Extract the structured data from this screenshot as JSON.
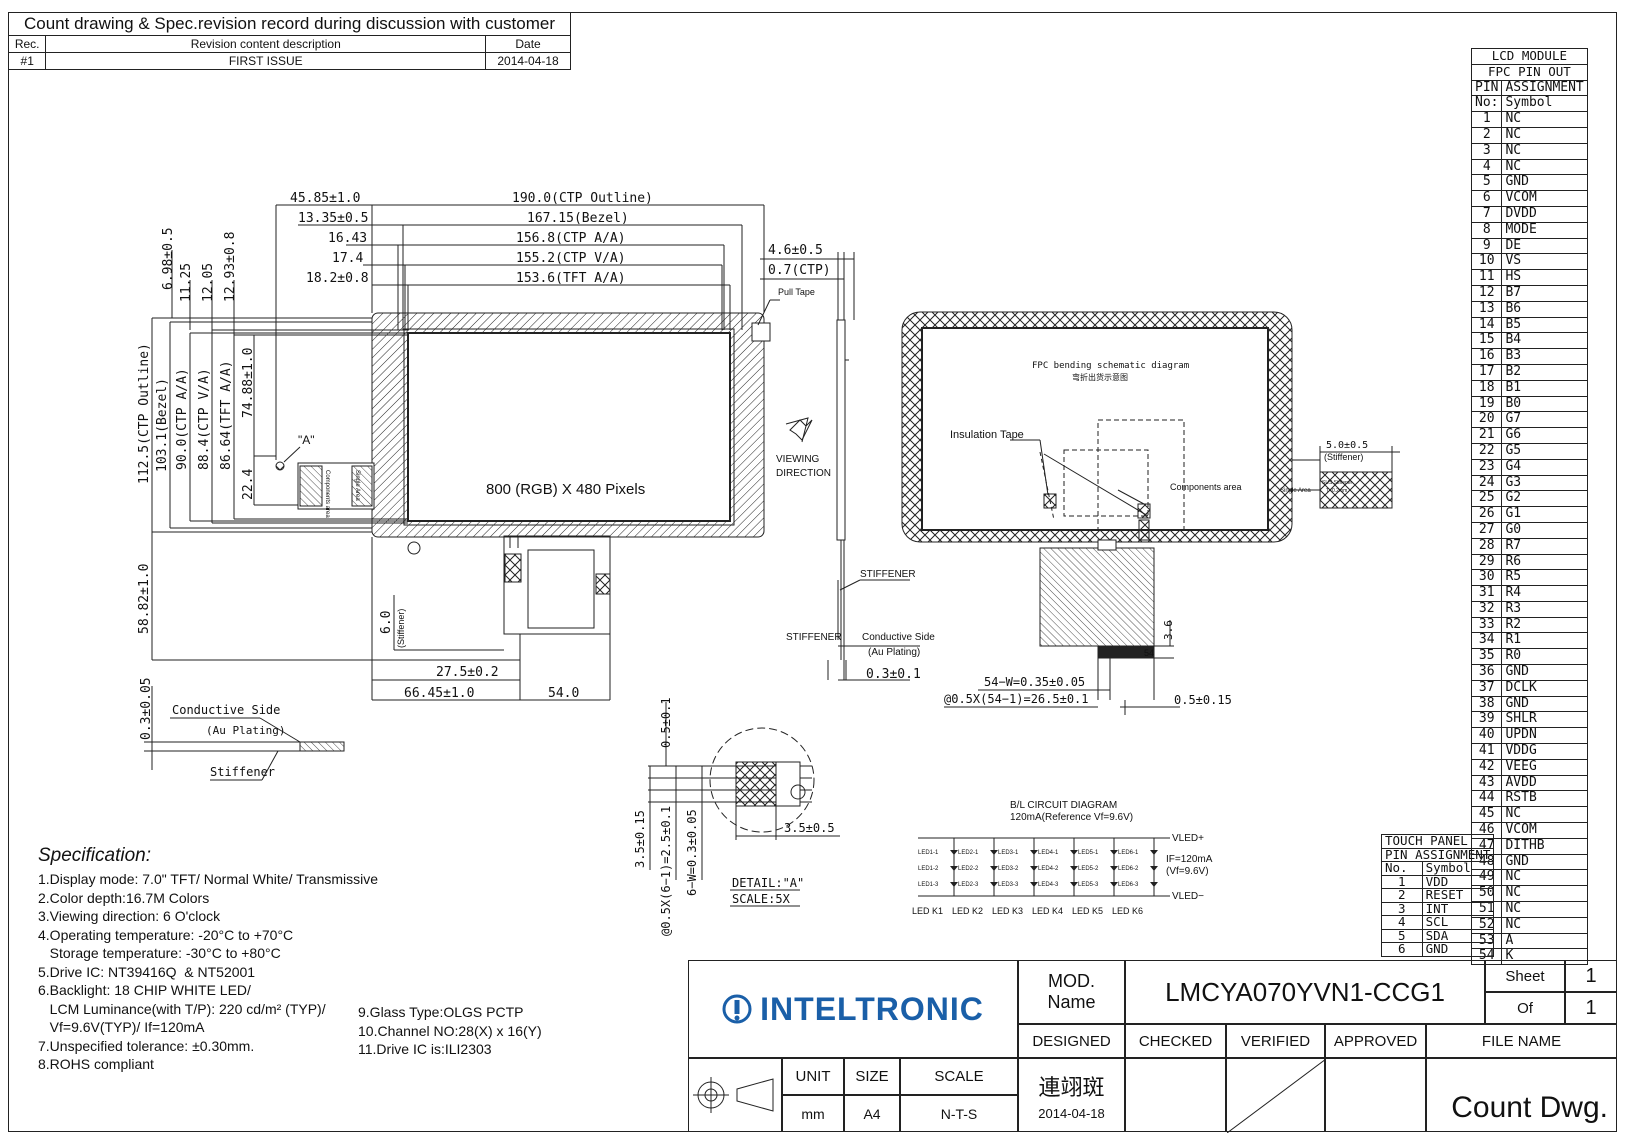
{
  "revision": {
    "title": "Count drawing & Spec.revision record during discussion with customer",
    "headers": [
      "Rec.",
      "Revision content description",
      "Date"
    ],
    "rows": [
      {
        "rec": "#1",
        "desc": "FIRST ISSUE",
        "date": "2014-04-18"
      }
    ]
  },
  "lcd_pinout": {
    "title1": "LCD  MODULE",
    "title2": "FPC  PIN  OUT",
    "head1": [
      "PIN",
      "ASSIGNMENT"
    ],
    "head2": [
      "No:",
      "Symbol"
    ],
    "pins": [
      {
        "no": "1",
        "sym": "NC"
      },
      {
        "no": "2",
        "sym": "NC"
      },
      {
        "no": "3",
        "sym": "NC"
      },
      {
        "no": "4",
        "sym": "NC"
      },
      {
        "no": "5",
        "sym": "GND"
      },
      {
        "no": "6",
        "sym": "VCOM"
      },
      {
        "no": "7",
        "sym": "DVDD"
      },
      {
        "no": "8",
        "sym": "MODE"
      },
      {
        "no": "9",
        "sym": "DE"
      },
      {
        "no": "10",
        "sym": "VS"
      },
      {
        "no": "11",
        "sym": "HS"
      },
      {
        "no": "12",
        "sym": "B7"
      },
      {
        "no": "13",
        "sym": "B6"
      },
      {
        "no": "14",
        "sym": "B5"
      },
      {
        "no": "15",
        "sym": "B4"
      },
      {
        "no": "16",
        "sym": "B3"
      },
      {
        "no": "17",
        "sym": "B2"
      },
      {
        "no": "18",
        "sym": "B1"
      },
      {
        "no": "19",
        "sym": "B0"
      },
      {
        "no": "20",
        "sym": "G7"
      },
      {
        "no": "21",
        "sym": "G6"
      },
      {
        "no": "22",
        "sym": "G5"
      },
      {
        "no": "23",
        "sym": "G4"
      },
      {
        "no": "24",
        "sym": "G3"
      },
      {
        "no": "25",
        "sym": "G2"
      },
      {
        "no": "26",
        "sym": "G1"
      },
      {
        "no": "27",
        "sym": "G0"
      },
      {
        "no": "28",
        "sym": "R7"
      },
      {
        "no": "29",
        "sym": "R6"
      },
      {
        "no": "30",
        "sym": "R5"
      },
      {
        "no": "31",
        "sym": "R4"
      },
      {
        "no": "32",
        "sym": "R3"
      },
      {
        "no": "33",
        "sym": "R2"
      },
      {
        "no": "34",
        "sym": "R1"
      },
      {
        "no": "35",
        "sym": "R0"
      },
      {
        "no": "36",
        "sym": "GND"
      },
      {
        "no": "37",
        "sym": "DCLK"
      },
      {
        "no": "38",
        "sym": "GND"
      },
      {
        "no": "39",
        "sym": "SHLR"
      },
      {
        "no": "40",
        "sym": "UPDN"
      },
      {
        "no": "41",
        "sym": "VDDG"
      },
      {
        "no": "42",
        "sym": "VEEG"
      },
      {
        "no": "43",
        "sym": "AVDD"
      },
      {
        "no": "44",
        "sym": "RSTB"
      },
      {
        "no": "45",
        "sym": "NC"
      },
      {
        "no": "46",
        "sym": "VCOM"
      },
      {
        "no": "47",
        "sym": "DITHB"
      },
      {
        "no": "48",
        "sym": "GND"
      },
      {
        "no": "49",
        "sym": "NC"
      },
      {
        "no": "50",
        "sym": "NC"
      },
      {
        "no": "51",
        "sym": "NC"
      },
      {
        "no": "52",
        "sym": "NC"
      },
      {
        "no": "53",
        "sym": "A"
      },
      {
        "no": "54",
        "sym": "K"
      }
    ]
  },
  "touch_pinout": {
    "title1": "TOUCH  PANEL",
    "title2": "PIN  ASSIGNMENT",
    "head": [
      "No.",
      "Symbol"
    ],
    "pins": [
      {
        "no": "1",
        "sym": "VDD"
      },
      {
        "no": "2",
        "sym": "RESET"
      },
      {
        "no": "3",
        "sym": "INT"
      },
      {
        "no": "4",
        "sym": "SCL"
      },
      {
        "no": "5",
        "sym": "SDA"
      },
      {
        "no": "6",
        "sym": "GND"
      }
    ]
  },
  "front_view": {
    "dims_top": [
      "45.85±1.0",
      "190.0(CTP  Outline)",
      "13.35±0.5",
      "167.15(Bezel)",
      "16.43",
      "156.8(CTP  A/A)",
      "17.4",
      "155.2(CTP  V/A)",
      "18.2±0.8",
      "153.6(TFT  A/A)"
    ],
    "dims_left_top": [
      "6.98±0.5",
      "11.25",
      "12.05",
      "12.93±0.8"
    ],
    "dims_left": [
      "112.5(CTP Outline)",
      "103.1(Bezel)",
      "90.0(CTP A/A)",
      "88.4(CTP V/A)",
      "86.64(TFT A/A)",
      "74.88±1.0",
      "22.4"
    ],
    "dims_bottom": [
      "58.82±1.0",
      "6.0",
      "(Stiffener)",
      "27.5±0.2",
      "66.45±1.0",
      "54.0"
    ],
    "pixels": "800 (RGB) X 480 Pixels",
    "detail_mark": "\"A\"",
    "components_label": "Components area",
    "single_area": "Single Area",
    "pull_tape": "Pull Tape",
    "viewing": "VIEWING",
    "direction": "DIRECTION"
  },
  "side_view": {
    "dims": [
      "4.6±0.5",
      "0.7(CTP)",
      "0.3±0.1"
    ],
    "labels": [
      "STIFFENER",
      "STIFFENER",
      "Conductive Side",
      "(Au Plating)"
    ]
  },
  "fpc_view": {
    "title": "FPC  bending  schematic  diagram",
    "title_cn": "弯折出货示意图",
    "insulation": "Insulation Tape",
    "components": "Components area",
    "single_area": "Single Area",
    "sus_stiffener": "SUS Stiffener",
    "sus_t": "T=0.2mm",
    "dims": [
      "5.0±0.5",
      "(Stiffener)",
      "3.6",
      "54",
      "54−W=0.35±0.05",
      "@0.5X(54−1)=26.5±0.1",
      "0.5±0.15"
    ]
  },
  "conductive_detail": {
    "dim": "0.3±0.05",
    "side": "Conductive  Side",
    "plating": "(Au  Plating)",
    "stiffener": "Stiffener"
  },
  "detail_a": {
    "dims": [
      "0.5±0.1",
      "3.5±0.15",
      "@0.5X(6−1)=2.5±0.1",
      "6−W=0.3±0.05",
      "3.5±0.5"
    ],
    "label": "DETAIL:\"A\"",
    "scale": "SCALE:5X"
  },
  "bl_circuit": {
    "title": "B/L CIRCUIT DIAGRAM",
    "subtitle": "120mA(Reference Vf=9.6V)",
    "vled_plus": "VLED+",
    "vled_minus": "VLED−",
    "if": "IF=120mA",
    "vf": "(Vf=9.6V)",
    "strings": [
      "LED1",
      "LED2",
      "LED3",
      "LED4",
      "LED5",
      "LED6"
    ],
    "bottom": [
      "LED",
      "K1",
      "LED",
      "K2",
      "LED",
      "K3",
      "LED",
      "K4",
      "LED",
      "K5",
      "LED",
      "K6"
    ]
  },
  "spec": {
    "heading": "Specification:",
    "lines": [
      "1.Display mode: 7.0\" TFT/ Normal White/ Transmissive",
      "2.Color depth:16.7M Colors",
      "3.Viewing direction: 6 O'clock",
      "4.Operating temperature: -20°C to +70°C",
      "   Storage temperature: -30°C to +80°C",
      "5.Drive IC: NT39416Q  & NT52001",
      "6.Backlight: 18 CHIP WHITE LED/",
      "   LCM Luminance(with T/P): 220 cd/m² (TYP)/",
      "   Vf=9.6V(TYP)/ If=120mA",
      "7.Unspecified tolerance: ±0.30mm.",
      "8.ROHS compliant"
    ],
    "lines2": [
      "9.Glass Type:OLGS PCTP",
      "10.Channel NO:28(X) x 16(Y)",
      "11.Drive IC is:ILI2303"
    ]
  },
  "title_block": {
    "company": "INTELTRONIC",
    "mod_label1": "MOD.",
    "mod_label2": "Name",
    "model": "LMCYA070YVN1-CCG1",
    "sheet_label": "Sheet",
    "sheet": "1",
    "of_label": "Of",
    "of": "1",
    "designed": "DESIGNED",
    "checked": "CHECKED",
    "verified": "VERIFIED",
    "approved": "APPROVED",
    "file_name": "FILE  NAME",
    "unit_label": "UNIT",
    "size_label": "SIZE",
    "scale_label": "SCALE",
    "unit": "mm",
    "size": "A4",
    "scale": "N-T-S",
    "designer": "連翊斑",
    "design_date": "2014-04-18",
    "file": "Count Dwg.",
    "brand_color": "#1a5fa8"
  }
}
